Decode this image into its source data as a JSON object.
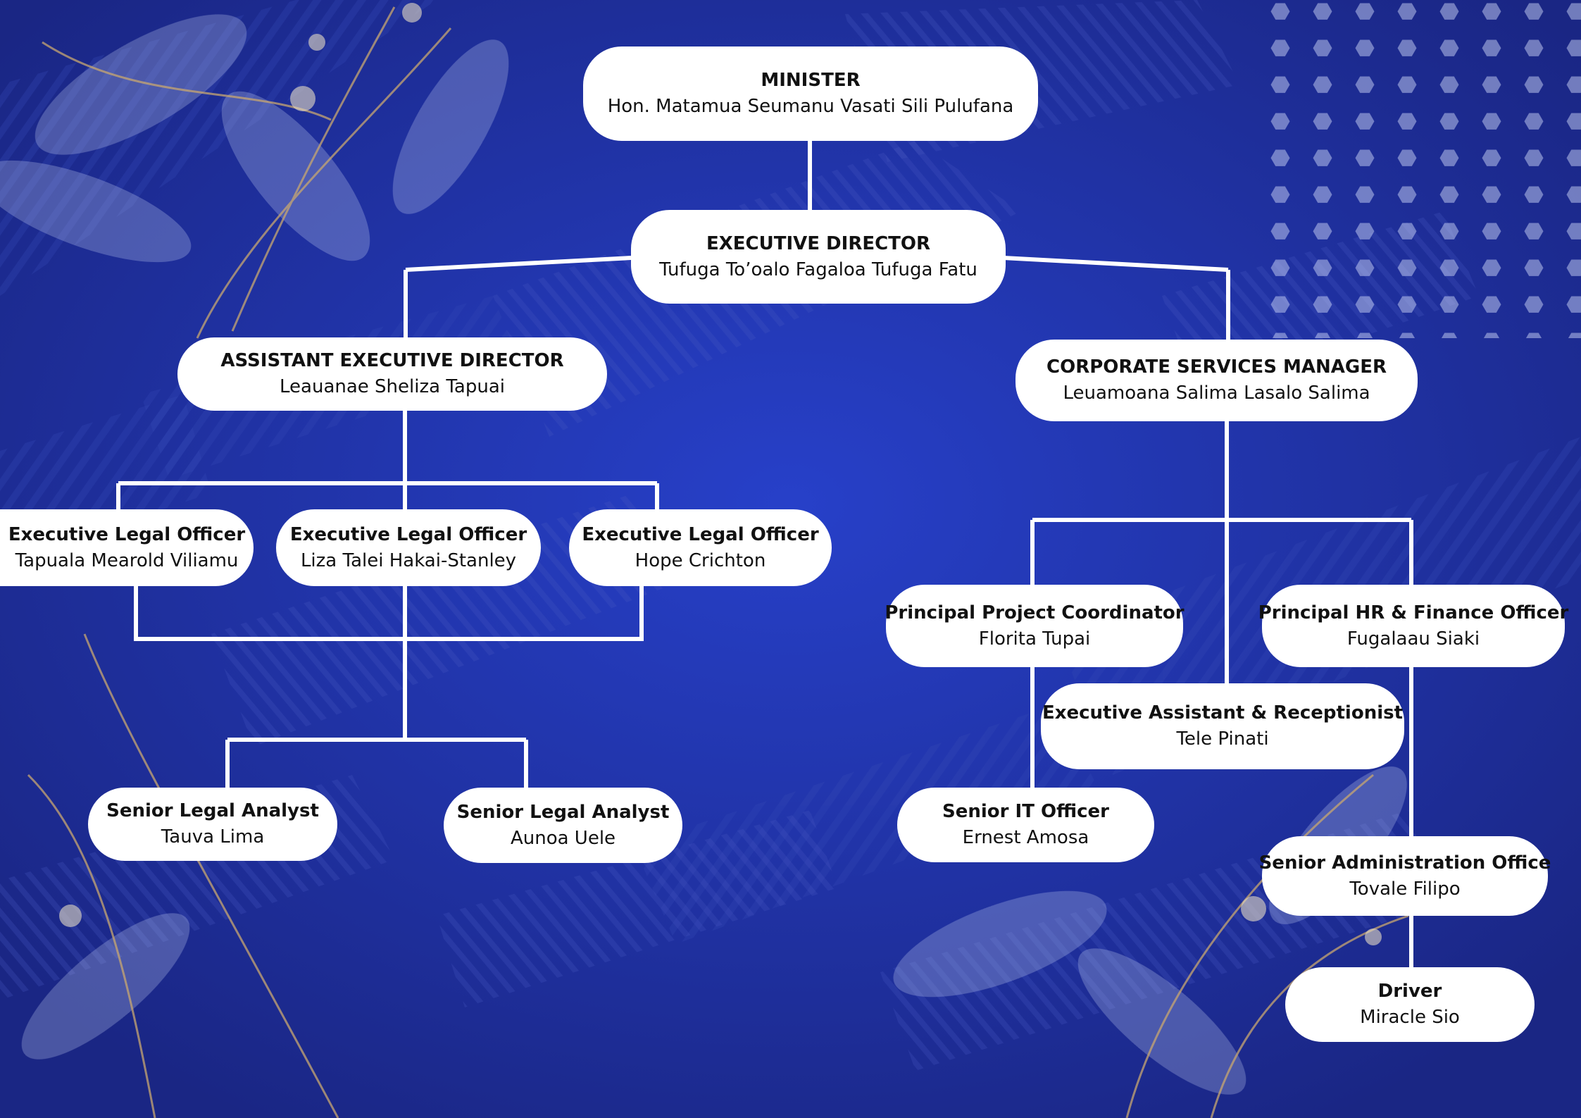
{
  "theme": {
    "background": "#1f2f9a",
    "background_dark": "#17237d",
    "pattern": "#3a4bb8",
    "accent_light": "#c9d2f5",
    "gold": "#c8a770",
    "box": "#ffffff",
    "connector": "#ffffff",
    "text": "#111111"
  },
  "chart": {
    "minister": {
      "role": "MINISTER",
      "person": "Hon. Matamua Seumanu Vasati Sili Pulufana"
    },
    "executive_director": {
      "role": "EXECUTIVE DIRECTOR",
      "person": "Tufuga To’oalo Fagaloa Tufuga Fatu"
    },
    "assistant_executive_director": {
      "role": "ASSISTANT EXECUTIVE DIRECTOR",
      "person": "Leauanae Sheliza Tapuai"
    },
    "corporate_services_manager": {
      "role": "CORPORATE SERVICES MANAGER",
      "person": "Leuamoana Salima Lasalo Salima"
    },
    "legal_officer_1": {
      "role": "Executive Legal Officer",
      "person": "Tapuala Mearold Viliamu"
    },
    "legal_officer_2": {
      "role": "Executive Legal Officer",
      "person": "Liza Talei Hakai-Stanley"
    },
    "legal_officer_3": {
      "role": "Executive Legal Officer",
      "person": "Hope Crichton"
    },
    "legal_analyst_1": {
      "role": "Senior Legal Analyst",
      "person": "Tauva Lima"
    },
    "legal_analyst_2": {
      "role": "Senior Legal Analyst",
      "person": "Aunoa Uele"
    },
    "project_coordinator": {
      "role": "Principal Project Coordinator",
      "person": "Florita Tupai"
    },
    "hr_finance_officer": {
      "role": "Principal HR & Finance Officer",
      "person": "Fugalaau Siaki"
    },
    "executive_assistant": {
      "role": "Executive Assistant & Receptionist",
      "person": "Tele Pinati"
    },
    "it_officer": {
      "role": "Senior IT Officer",
      "person": "Ernest Amosa"
    },
    "admin_officer": {
      "role": "Senior Administration Office",
      "person": "Tovale Filipo"
    },
    "driver": {
      "role": "Driver",
      "person": "Miracle Sio"
    }
  }
}
